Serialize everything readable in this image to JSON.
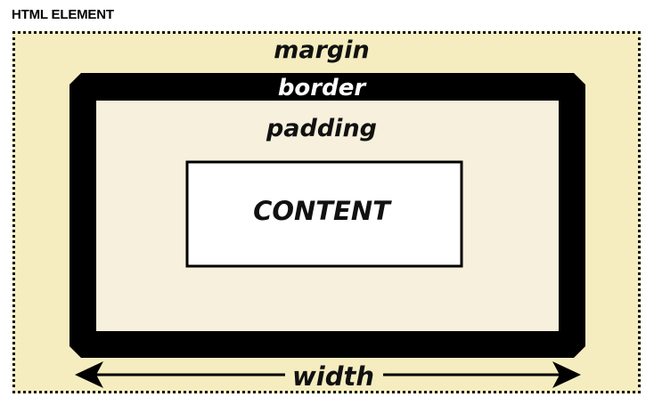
{
  "header": {
    "title": "HTML ELEMENT"
  },
  "box_model": {
    "margin_label": "margin",
    "border_label": "border",
    "padding_label": "padding",
    "content_label": "CONTENT",
    "width_label": "width"
  },
  "colors": {
    "margin_fill": "#f5edbf",
    "border_fill": "#000000",
    "padding_fill": "#f6f0dc",
    "content_fill": "#ffffff",
    "dotted_outline": "#111111"
  }
}
